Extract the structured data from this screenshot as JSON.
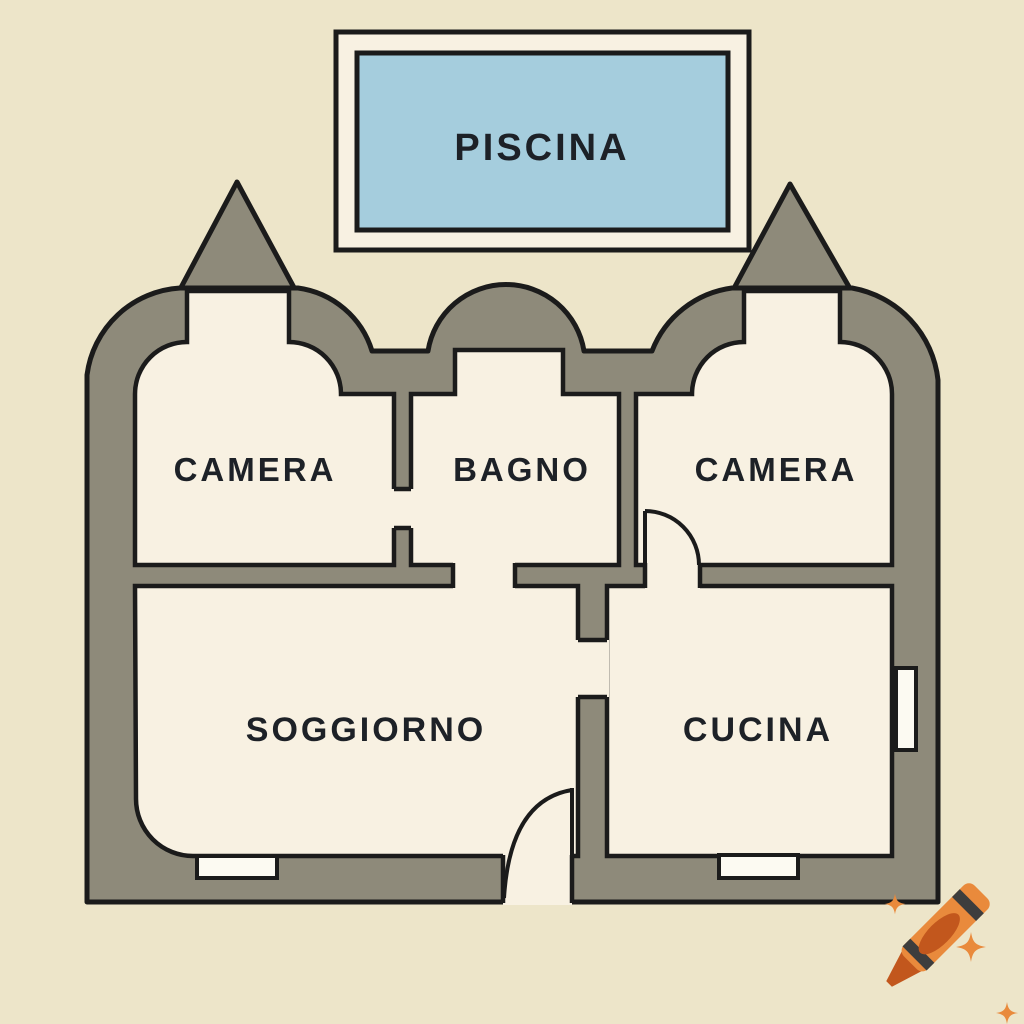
{
  "page": {
    "background_color": "#EDE5C9",
    "type": "floor-plan-illustration"
  },
  "palette": {
    "wall_gray": "#8E8A7A",
    "outline_black": "#1B1B1B",
    "room_cream": "#F8F1E2",
    "pool_blue": "#A5CDDD",
    "window_white": "#FCFAF2",
    "crayon_orange": "#E98A3C",
    "crayon_dark_orange": "#C2571D",
    "crayon_band_gray": "#3D3D3D",
    "label_color": "#1D2127"
  },
  "pool": {
    "label": "PISCINA"
  },
  "rooms": {
    "camera_left": {
      "label": "CAMERA"
    },
    "bagno": {
      "label": "BAGNO"
    },
    "camera_right": {
      "label": "CAMERA"
    },
    "soggiorno": {
      "label": "SOGGIORNO"
    },
    "cucina": {
      "label": "CUCINA"
    }
  },
  "icons": {
    "logo": "crayon-icon",
    "decor": "sparkle-icon"
  }
}
